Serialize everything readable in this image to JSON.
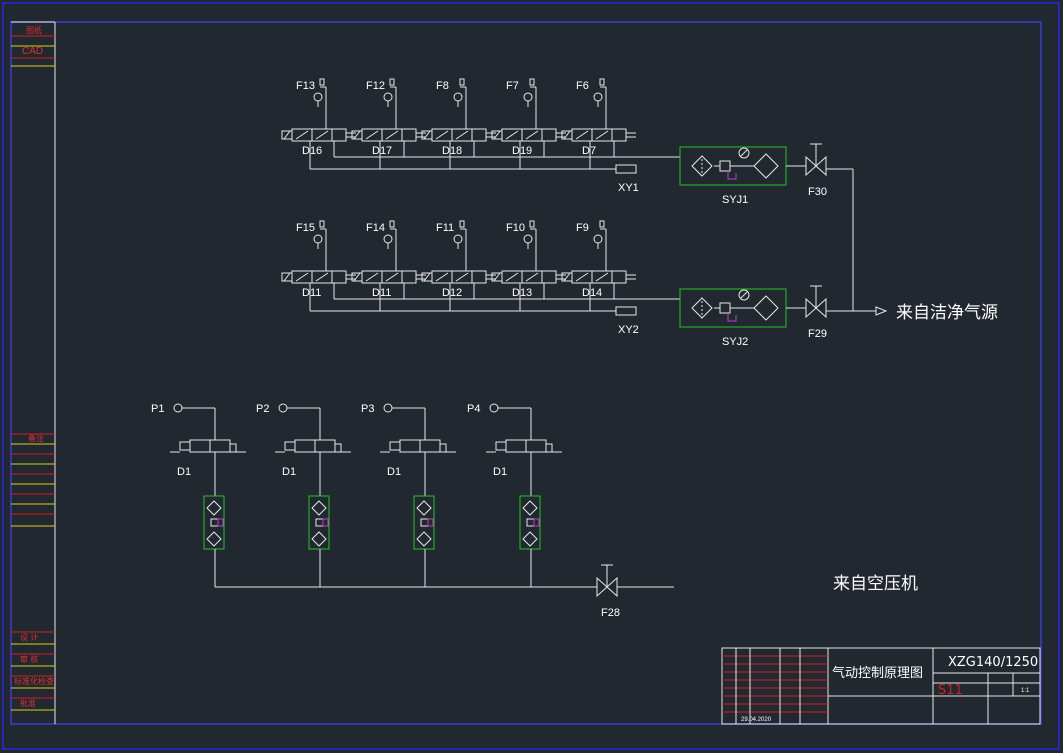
{
  "title_block": {
    "drawing_title": "气动控制原理图",
    "drawing_number": "XZG140/1250",
    "stamp": "S11",
    "sheet": "1:1",
    "date": "29.04.2020"
  },
  "side_strip": {
    "tag_top": "图纸",
    "tag_cad": "CAD",
    "tag_mid": "备注",
    "tag_b1": "设 计",
    "tag_b2": "审 核",
    "tag_b3": "标准化检查",
    "tag_b4": "批准"
  },
  "sources": {
    "clean_air": "来自洁净气源",
    "compressor": "来自空压机"
  },
  "upper_group": {
    "silencer_labels": [
      "F13",
      "F12",
      "F8",
      "F7",
      "F6"
    ],
    "valve_labels": [
      "D16",
      "D17",
      "D18",
      "D19",
      "D7"
    ],
    "frl_label": "SYJ1",
    "shutoff_label": "F30",
    "plug_label": "XY1"
  },
  "middle_group": {
    "silencer_labels": [
      "F15",
      "F14",
      "F11",
      "F10",
      "F9"
    ],
    "valve_labels": [
      "D11",
      "D11",
      "D12",
      "D13",
      "D14"
    ],
    "frl_label": "SYJ2",
    "shutoff_label": "F29",
    "plug_label": "XY2"
  },
  "lower_group": {
    "gauge_labels": [
      "P1",
      "P2",
      "P3",
      "P4"
    ],
    "valve_labels": [
      "D1",
      "D1",
      "D1",
      "D1"
    ],
    "shutoff_label": "F28"
  },
  "colors": {
    "background": "#212830",
    "line": "#e8e8e8",
    "frame": "#2828e0",
    "frl_box": "#22c422",
    "regulator": "#c040c0",
    "table_red": "#d02020",
    "table_yellow": "#d8d020"
  }
}
